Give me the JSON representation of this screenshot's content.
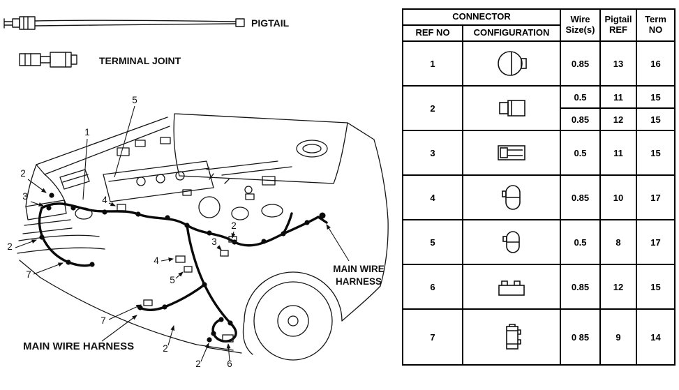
{
  "legend": {
    "pigtail_label": "PIGTAIL",
    "terminal_joint_label": "TERMINAL JOINT"
  },
  "diagram": {
    "harness_label_left": "MAIN WIRE HARNESS",
    "harness_label_right_line1": "MAIN WIRE",
    "harness_label_right_line2": "HARNESS",
    "callouts": [
      "5",
      "1",
      "2",
      "3",
      "4",
      "2",
      "7",
      "2",
      "3",
      "4",
      "5",
      "7",
      "2",
      "2",
      "6"
    ]
  },
  "table": {
    "header": {
      "connector": "CONNECTOR",
      "ref_no": "REF NO",
      "configuration": "CONFIGURATION",
      "wire_line1": "Wire",
      "wire_line2": "Size(s)",
      "pigtail_line1": "Pigtail",
      "pigtail_line2": "REF",
      "term_line1": "Term",
      "term_line2": "NO"
    },
    "rows": [
      {
        "ref": "1",
        "icon": "round-connector",
        "entries": [
          {
            "wire": "0.85",
            "pigtail": "13",
            "term": "16"
          }
        ]
      },
      {
        "ref": "2",
        "icon": "two-piece-connector",
        "entries": [
          {
            "wire": "0.5",
            "pigtail": "11",
            "term": "15"
          },
          {
            "wire": "0.85",
            "pigtail": "12",
            "term": "15"
          }
        ]
      },
      {
        "ref": "3",
        "icon": "inline-connector",
        "entries": [
          {
            "wire": "0.5",
            "pigtail": "11",
            "term": "15"
          }
        ]
      },
      {
        "ref": "4",
        "icon": "oval-connector",
        "entries": [
          {
            "wire": "0.85",
            "pigtail": "10",
            "term": "17"
          }
        ]
      },
      {
        "ref": "5",
        "icon": "oval-connector-small",
        "entries": [
          {
            "wire": "0.5",
            "pigtail": "8",
            "term": "17"
          }
        ]
      },
      {
        "ref": "6",
        "icon": "stepped-connector",
        "entries": [
          {
            "wire": "0.85",
            "pigtail": "12",
            "term": "15"
          }
        ]
      },
      {
        "ref": "7",
        "icon": "ribbed-connector",
        "entries": [
          {
            "wire": "0 85",
            "pigtail": "9",
            "term": "14"
          }
        ]
      }
    ]
  }
}
